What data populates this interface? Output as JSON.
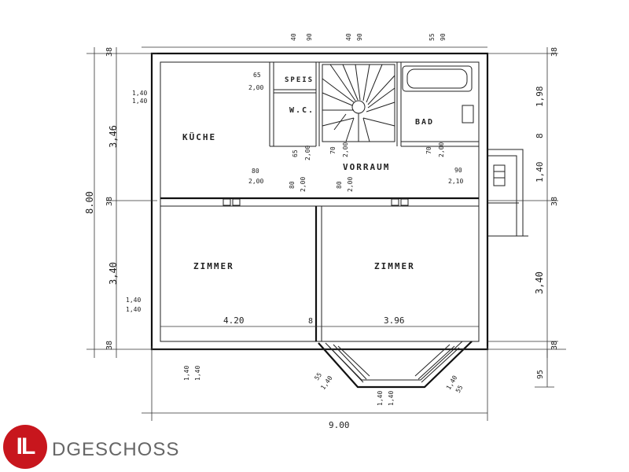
{
  "plan": {
    "rooms": {
      "kueche": "KÜCHE",
      "speis": "SPEIS",
      "wc": "W.C.",
      "bad": "BAD",
      "vorraum": "VORRAUM",
      "zimmer_left": "ZIMMER",
      "zimmer_right": "ZIMMER"
    },
    "dimensions": {
      "total_width": "9.00",
      "total_height": "8.00",
      "left_top": "3,46",
      "left_mid": "3,40",
      "wall_38_top_left": "38",
      "wall_38_mid_left": "38",
      "wall_38_bottom_left": "38",
      "wall_38_top_right": "38",
      "wall_38_mid_right": "38",
      "wall_38_bottom_right": "38",
      "right_198": "1,98",
      "right_8": "8",
      "right_140": "1,40",
      "right_340": "3,40",
      "right_95": "95",
      "room_width_left": "4.20",
      "room_width_right": "3.96",
      "partition_8": "8",
      "win_kueche_a": "1,40",
      "win_kueche_b": "1,40",
      "win_zimmer_a": "1,40",
      "win_zimmer_b": "1,40",
      "speis_a": "65",
      "speis_b": "2,00",
      "kueche_door_a": "80",
      "kueche_door_b": "2,00",
      "wc_door_a": "65",
      "wc_door_b": "2,00",
      "stair_a": "70",
      "stair_b": "2,00",
      "bad_door_a": "70",
      "bad_door_b": "2,00",
      "vorraum_door_a": "90",
      "vorraum_door_b": "2,10",
      "zl_door_a": "80",
      "zl_door_b": "2,00",
      "zr_door_a": "80",
      "zr_door_b": "2,00",
      "top_a": "40",
      "top_b": "90",
      "top_c": "40",
      "top_d": "90",
      "top_e": "55",
      "top_f": "90",
      "bay_left_a": "1,40",
      "bay_left_b": "1,40",
      "bay_a": "55",
      "bay_b": "1,40",
      "bay_c": "1,40",
      "bay_d": "1,40",
      "bay_e": "1,40",
      "bay_f": "55"
    }
  },
  "caption": "DGESCHOSS",
  "logo": "IL",
  "colors": {
    "logo_red": "#c8161d",
    "line": "#111111",
    "caption_grey": "#666666"
  }
}
